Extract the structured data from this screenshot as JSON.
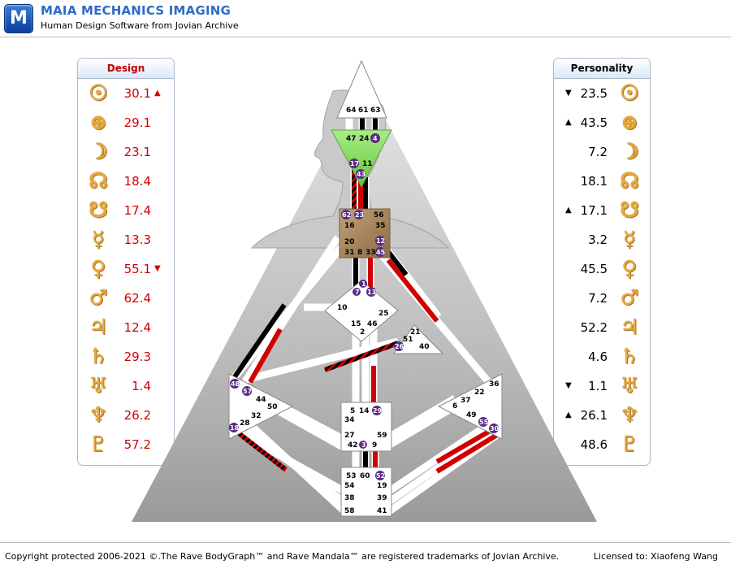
{
  "header": {
    "logo_letter": "M",
    "title": "MAIA MECHANICS IMAGING",
    "subtitle": "Human Design Software from Jovian Archive"
  },
  "footer": {
    "copyright": "Copyright protected 2006-2021 ©.The Rave BodyGraph™ and Rave Mandala™ are registered trademarks of Jovian Archive.",
    "license": "Licensed to: Xiaofeng Wang"
  },
  "colors": {
    "design": "#d00000",
    "personality": "#000000",
    "head_center": "#ffffff",
    "ajna_center": "#8bd860",
    "throat_center": "#a7855a",
    "planet_glyph": "#e8a93a",
    "active_gate": "#5a2a86"
  },
  "design": {
    "title": "Design",
    "rows": [
      {
        "icon": "sun-icon",
        "glyph": "☉",
        "value": "30.1",
        "arrow": "▲"
      },
      {
        "icon": "earth-icon",
        "glyph": "⊕",
        "value": "29.1",
        "arrow": ""
      },
      {
        "icon": "moon-icon",
        "glyph": "☽",
        "value": "23.1",
        "arrow": ""
      },
      {
        "icon": "north-node-icon",
        "glyph": "☊",
        "value": "18.4",
        "arrow": ""
      },
      {
        "icon": "south-node-icon",
        "glyph": "☋",
        "value": "17.4",
        "arrow": ""
      },
      {
        "icon": "mercury-icon",
        "glyph": "☿",
        "value": "13.3",
        "arrow": ""
      },
      {
        "icon": "venus-icon",
        "glyph": "♀",
        "value": "55.1",
        "arrow": "▼"
      },
      {
        "icon": "mars-icon",
        "glyph": "♂",
        "value": "62.4",
        "arrow": ""
      },
      {
        "icon": "jupiter-icon",
        "glyph": "♃",
        "value": "12.4",
        "arrow": ""
      },
      {
        "icon": "saturn-icon",
        "glyph": "♄",
        "value": "29.3",
        "arrow": ""
      },
      {
        "icon": "uranus-icon",
        "glyph": "♅",
        "value": "1.4",
        "arrow": ""
      },
      {
        "icon": "neptune-icon",
        "glyph": "♆",
        "value": "26.2",
        "arrow": ""
      },
      {
        "icon": "pluto-icon",
        "glyph": "♇",
        "value": "57.2",
        "arrow": ""
      }
    ]
  },
  "personality": {
    "title": "Personality",
    "rows": [
      {
        "icon": "sun-icon",
        "glyph": "☉",
        "value": "23.5",
        "arrow": "▼"
      },
      {
        "icon": "earth-icon",
        "glyph": "⊕",
        "value": "43.5",
        "arrow": "▲"
      },
      {
        "icon": "moon-icon",
        "glyph": "☽",
        "value": "7.2",
        "arrow": ""
      },
      {
        "icon": "north-node-icon",
        "glyph": "☊",
        "value": "18.1",
        "arrow": ""
      },
      {
        "icon": "south-node-icon",
        "glyph": "☋",
        "value": "17.1",
        "arrow": "▲"
      },
      {
        "icon": "mercury-icon",
        "glyph": "☿",
        "value": "3.2",
        "arrow": ""
      },
      {
        "icon": "venus-icon",
        "glyph": "♀",
        "value": "45.5",
        "arrow": ""
      },
      {
        "icon": "mars-icon",
        "glyph": "♂",
        "value": "7.2",
        "arrow": ""
      },
      {
        "icon": "jupiter-icon",
        "glyph": "♃",
        "value": "52.2",
        "arrow": ""
      },
      {
        "icon": "saturn-icon",
        "glyph": "♄",
        "value": "4.6",
        "arrow": ""
      },
      {
        "icon": "uranus-icon",
        "glyph": "♅",
        "value": "1.1",
        "arrow": "▼"
      },
      {
        "icon": "neptune-icon",
        "glyph": "♆",
        "value": "26.1",
        "arrow": "▲"
      },
      {
        "icon": "pluto-icon",
        "glyph": "♇",
        "value": "48.6",
        "arrow": ""
      }
    ]
  },
  "bodygraph": {
    "gates": {
      "g64": "64",
      "g61": "61",
      "g63": "63",
      "g47": "47",
      "g24": "24",
      "g4": "4",
      "g17": "17",
      "g11": "11",
      "g43": "43",
      "g62": "62",
      "g23": "23",
      "g56": "56",
      "g16": "16",
      "g35": "35",
      "g20": "20",
      "g12": "12",
      "g31": "31",
      "g8": "8",
      "g33": "33",
      "g45": "45",
      "g1": "1",
      "g7": "7",
      "g13": "13",
      "g10": "10",
      "g25": "25",
      "g15": "15",
      "g46": "46",
      "g2": "2",
      "g21": "21",
      "g51": "51",
      "g26": "26",
      "g40": "40",
      "g48": "48",
      "g57": "57",
      "g44": "44",
      "g50": "50",
      "g32": "32",
      "g28": "28",
      "g18": "18",
      "g5": "5",
      "g14": "14",
      "g29": "29",
      "g34": "34",
      "g27": "27",
      "g59": "59",
      "g42": "42",
      "g3": "3",
      "g9": "9",
      "g36": "36",
      "g22": "22",
      "g37": "37",
      "g6": "6",
      "g49": "49",
      "g55": "55",
      "g30": "30",
      "g53": "53",
      "g60": "60",
      "g52": "52",
      "g54": "54",
      "g19": "19",
      "g38": "38",
      "g39": "39",
      "g58": "58",
      "g41": "41"
    }
  }
}
